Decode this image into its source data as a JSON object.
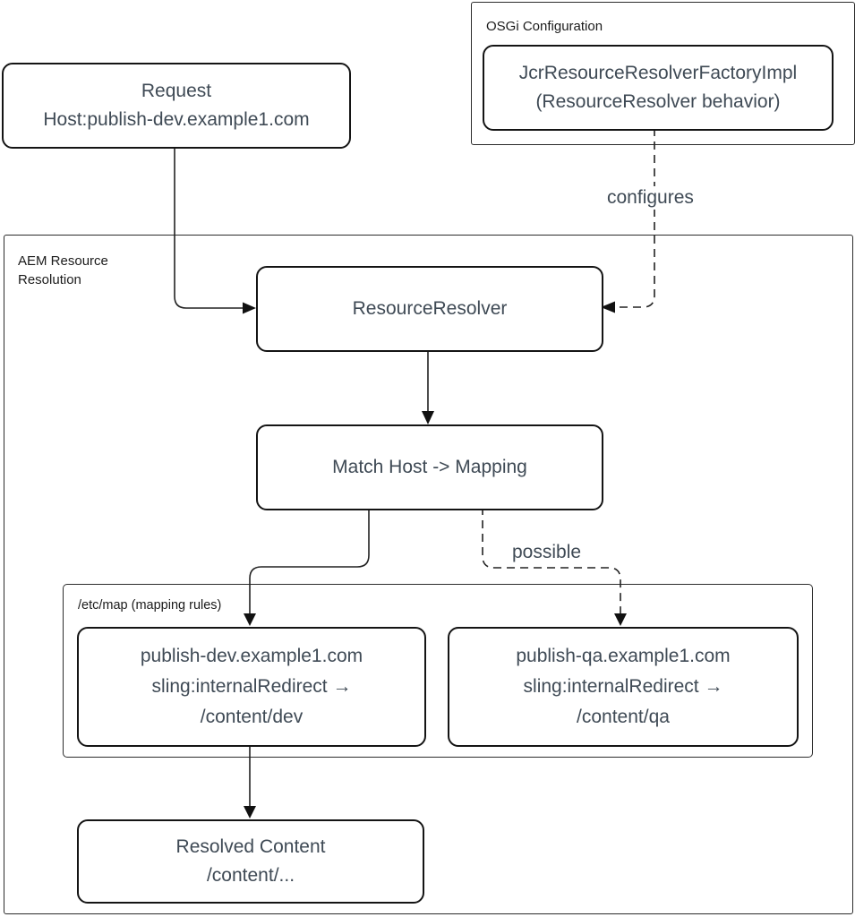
{
  "colors": {
    "background": "#ffffff",
    "node_border": "#141414",
    "container_border": "#2c2c2c",
    "node_text": "#3f4a55",
    "label_text": "#1b1b1b",
    "connector": "#222222"
  },
  "groups": {
    "osgi": {
      "label": "OSGi Configuration"
    },
    "aem": {
      "label_line1": "AEM Resource",
      "label_line2": "Resolution"
    },
    "etc_map": {
      "label": "/etc/map (mapping rules)"
    }
  },
  "nodes": {
    "request": {
      "line1": "Request",
      "line2": "Host:publish-dev.example1.com"
    },
    "factory": {
      "line1": "JcrResourceResolverFactoryImpl",
      "line2": "(ResourceResolver behavior)"
    },
    "resource_resolver": {
      "line1": "ResourceResolver"
    },
    "match_host": {
      "line1": "Match Host -> Mapping"
    },
    "map_dev": {
      "line1": "publish-dev.example1.com",
      "line2": "sling:internalRedirect →",
      "line3": "/content/dev"
    },
    "map_qa": {
      "line1": "publish-qa.example1.com",
      "line2": "sling:internalRedirect →",
      "line3": "/content/qa"
    },
    "resolved": {
      "line1": "Resolved Content",
      "line2": "/content/..."
    }
  },
  "edges": {
    "configures": "configures",
    "possible": "possible"
  }
}
